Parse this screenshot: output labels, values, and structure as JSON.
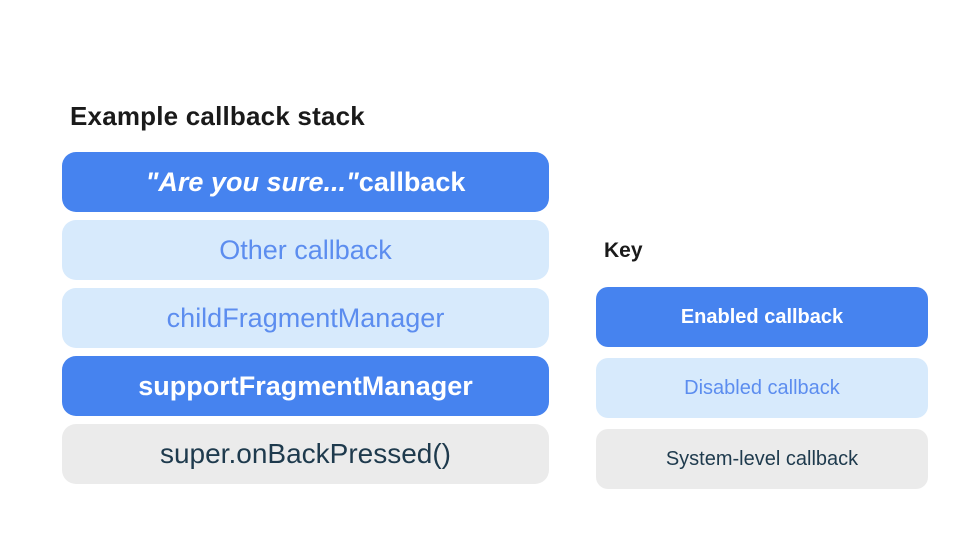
{
  "diagram": {
    "title": "Example callback stack",
    "stack": {
      "items": [
        {
          "label_quoted": "\"Are you sure...\"",
          "label_rest": " callback",
          "state": "enabled"
        },
        {
          "label": "Other callback",
          "state": "disabled"
        },
        {
          "label": "childFragmentManager",
          "state": "disabled"
        },
        {
          "label": "supportFragmentManager",
          "state": "enabled"
        },
        {
          "label": "super.onBackPressed()",
          "state": "system"
        }
      ]
    }
  },
  "key": {
    "title": "Key",
    "items": [
      {
        "label": "Enabled callback",
        "state": "enabled"
      },
      {
        "label": "Disabled callback",
        "state": "disabled"
      },
      {
        "label": "System-level callback",
        "state": "system"
      }
    ]
  },
  "colors": {
    "enabled_bg": "#4683EF",
    "enabled_text": "#FFFFFF",
    "disabled_bg": "#D7EAFC",
    "disabled_text": "#5C8DEF",
    "system_bg": "#EBEBEB",
    "system_text": "#1E3A4D",
    "title_text": "#1A1A1A",
    "page_bg": "#FFFFFF"
  }
}
